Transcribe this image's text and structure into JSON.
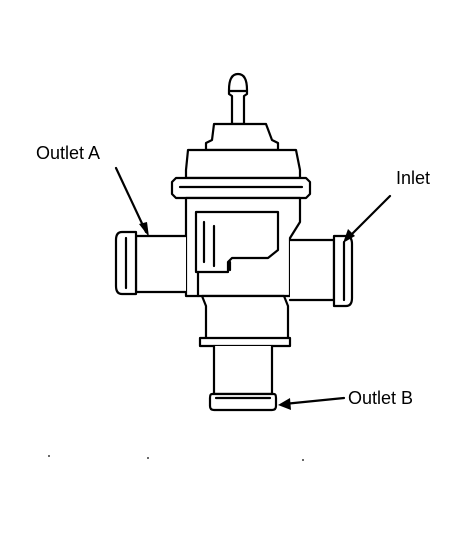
{
  "labels": {
    "outlet_a": "Outlet A",
    "inlet": "Inlet",
    "outlet_b": "Outlet B"
  },
  "colors": {
    "ink": "#000000",
    "background": "#ffffff"
  }
}
